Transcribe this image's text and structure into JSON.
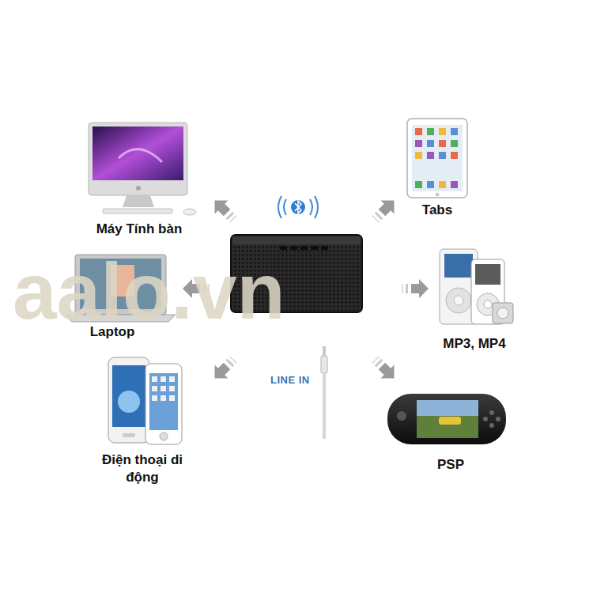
{
  "diagram": {
    "nodes": [
      {
        "text": [
          "Máy Tính bàn"
        ]
      },
      {
        "text": [
          "Tabs"
        ]
      },
      {
        "text": [
          "Laptop"
        ]
      },
      {
        "text": [
          "MP3, MP4"
        ]
      },
      {
        "text": [
          "Điện thoại di động"
        ]
      },
      {
        "text": [
          "PSP"
        ]
      }
    ],
    "labels": [
      "LINE IN",
      "aalo.vn"
    ]
  }
}
